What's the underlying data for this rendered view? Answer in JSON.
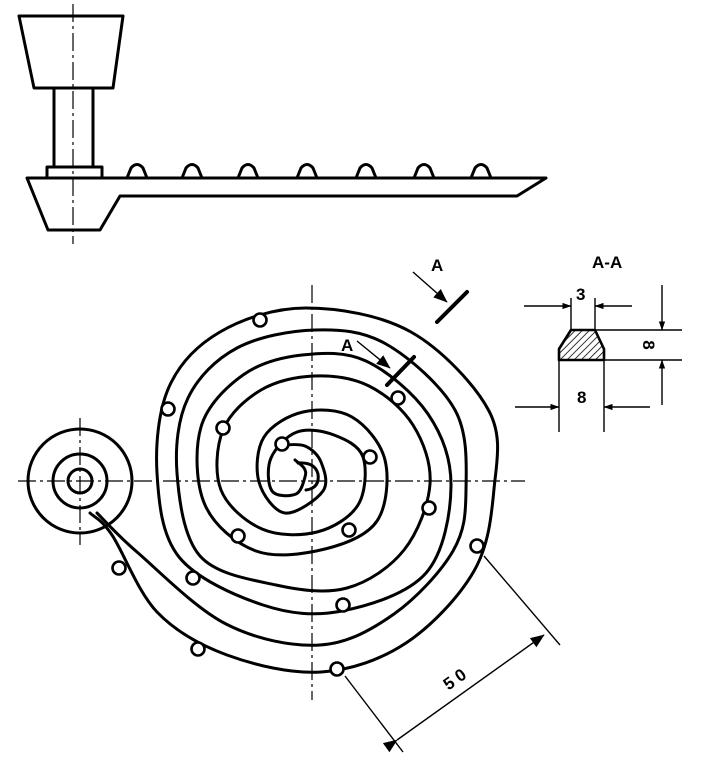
{
  "section_labels": {
    "cut_arrow_outer": "A",
    "cut_arrow_inner": "A",
    "section_title": "A-A"
  },
  "dimensions": {
    "channel_top_width": "3",
    "channel_height": "8",
    "channel_bottom_width": "8",
    "spiral_length": "5 0"
  }
}
